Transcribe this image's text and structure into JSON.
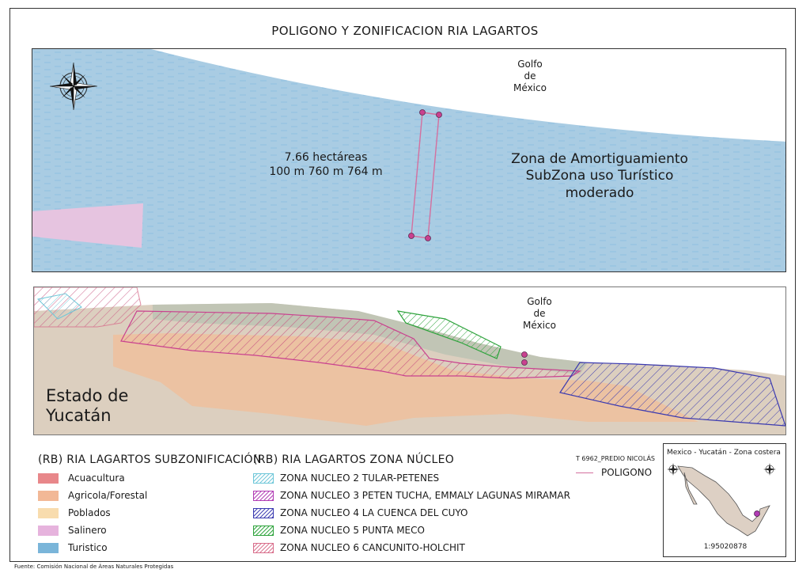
{
  "title": "POLIGONO Y ZONIFICACION RIA LAGARTOS",
  "top_map": {
    "gulf_label": [
      "Golfo",
      "de",
      "México"
    ],
    "area_label": [
      "7.66 hectáreas",
      "100 m  760 m  764 m"
    ],
    "zone_label": [
      "Zona de Amortiguamiento",
      "SubZona uso Turístico",
      "moderado"
    ]
  },
  "bottom_map": {
    "gulf_label": [
      "Golfo",
      "de",
      "México"
    ],
    "state_label": [
      "Estado de",
      "Yucatán"
    ]
  },
  "legend_subzonificacion": {
    "title": "(RB) RIA LAGARTOS SUBZONIFICACIÓN",
    "items": [
      {
        "label": "Acuacultura",
        "color": "#e8878a"
      },
      {
        "label": "Agricola/Forestal",
        "color": "#f2b896"
      },
      {
        "label": "Poblados",
        "color": "#f8dcae"
      },
      {
        "label": "Salinero",
        "color": "#e6b3dd"
      },
      {
        "label": "Turistico",
        "color": "#7ab5d9"
      }
    ]
  },
  "legend_zona_nucleo": {
    "title": "(RB) RIA LAGARTOS ZONA NÚCLEO",
    "items": [
      {
        "label": "ZONA NUCLEO 2 TULAR-PETENES",
        "color": "#6ec7d9"
      },
      {
        "label": "ZONA NUCLEO 3 PETEN TUCHA, EMMALY LAGUNAS MIRAMAR",
        "color": "#b13cb4"
      },
      {
        "label": "ZONA NUCLEO 4 LA CUENCA DEL CUYO",
        "color": "#3b3ab0"
      },
      {
        "label": "ZONA NUCLEO 5 PUNTA MECO",
        "color": "#2ea33c"
      },
      {
        "label": "ZONA NUCLEO 6 CANCUNITO-HOLCHIT",
        "color": "#d96f8c"
      }
    ]
  },
  "predio": {
    "heading": "T 6962_PREDIO NICOLÁS",
    "line_label": "POLIGONO",
    "line_color": "#d4709f"
  },
  "inset": {
    "title": "Mexico - Yucatán - Zona costera",
    "scale": "1:95020878"
  },
  "source": "Fuente: Comisión Nacional de Áreas Naturales Protegidas",
  "colors": {
    "sea": "#a9cce3",
    "sea_dash": "#7ab0d6",
    "land": "#dccfbf",
    "polygon": "#c9418f"
  }
}
